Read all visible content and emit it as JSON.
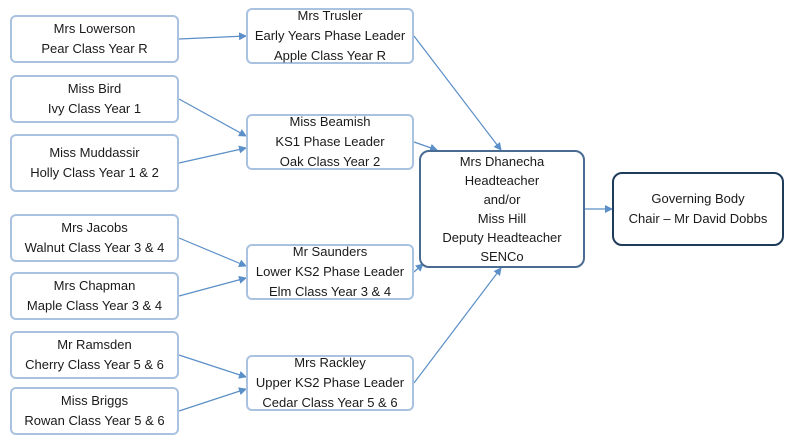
{
  "diagram": {
    "teachers": [
      {
        "id": "lowerson",
        "lines": [
          "Mrs Lowerson",
          "Pear Class Year R"
        ]
      },
      {
        "id": "bird",
        "lines": [
          "Miss Bird",
          "Ivy Class Year 1"
        ]
      },
      {
        "id": "muddassir",
        "lines": [
          "Miss Muddassir",
          "Holly Class Year 1 & 2"
        ]
      },
      {
        "id": "jacobs",
        "lines": [
          "Mrs Jacobs",
          "Walnut Class Year 3 & 4"
        ]
      },
      {
        "id": "chapman",
        "lines": [
          "Mrs Chapman",
          "Maple Class Year 3 & 4"
        ]
      },
      {
        "id": "ramsden",
        "lines": [
          "Mr Ramsden",
          "Cherry Class Year 5 & 6"
        ]
      },
      {
        "id": "briggs",
        "lines": [
          "Miss Briggs",
          "Rowan Class Year 5 & 6"
        ]
      }
    ],
    "phase_leaders": [
      {
        "id": "trusler",
        "lines": [
          "Mrs Trusler",
          "Early Years Phase Leader",
          "Apple Class Year R"
        ]
      },
      {
        "id": "beamish",
        "lines": [
          "Miss Beamish",
          "KS1 Phase Leader",
          "Oak Class Year 2"
        ]
      },
      {
        "id": "saunders",
        "lines": [
          "Mr Saunders",
          "Lower KS2 Phase Leader",
          "Elm Class Year 3 & 4"
        ]
      },
      {
        "id": "rackley",
        "lines": [
          "Mrs Rackley",
          "Upper KS2 Phase Leader",
          "Cedar Class Year 5 & 6"
        ]
      }
    ],
    "head": {
      "id": "head",
      "lines": [
        "Mrs Dhanecha",
        "Headteacher",
        "and/or",
        "Miss Hill",
        "Deputy Headteacher",
        "SENCo"
      ]
    },
    "governing": {
      "id": "governing",
      "lines": [
        "Governing Body",
        "Chair – Mr David Dobbs"
      ]
    },
    "edges": [
      [
        "lowerson",
        "trusler"
      ],
      [
        "bird",
        "beamish"
      ],
      [
        "muddassir",
        "beamish"
      ],
      [
        "jacobs",
        "saunders"
      ],
      [
        "chapman",
        "saunders"
      ],
      [
        "ramsden",
        "rackley"
      ],
      [
        "briggs",
        "rackley"
      ],
      [
        "trusler",
        "head"
      ],
      [
        "beamish",
        "head"
      ],
      [
        "saunders",
        "head"
      ],
      [
        "rackley",
        "head"
      ],
      [
        "head",
        "governing"
      ]
    ],
    "colors": {
      "box_border": "#a9c2df",
      "head_border": "#4a6c93",
      "governing_border": "#1f3b5a",
      "arrow": "#5b8fc7",
      "text": "#1a1a1a"
    }
  }
}
